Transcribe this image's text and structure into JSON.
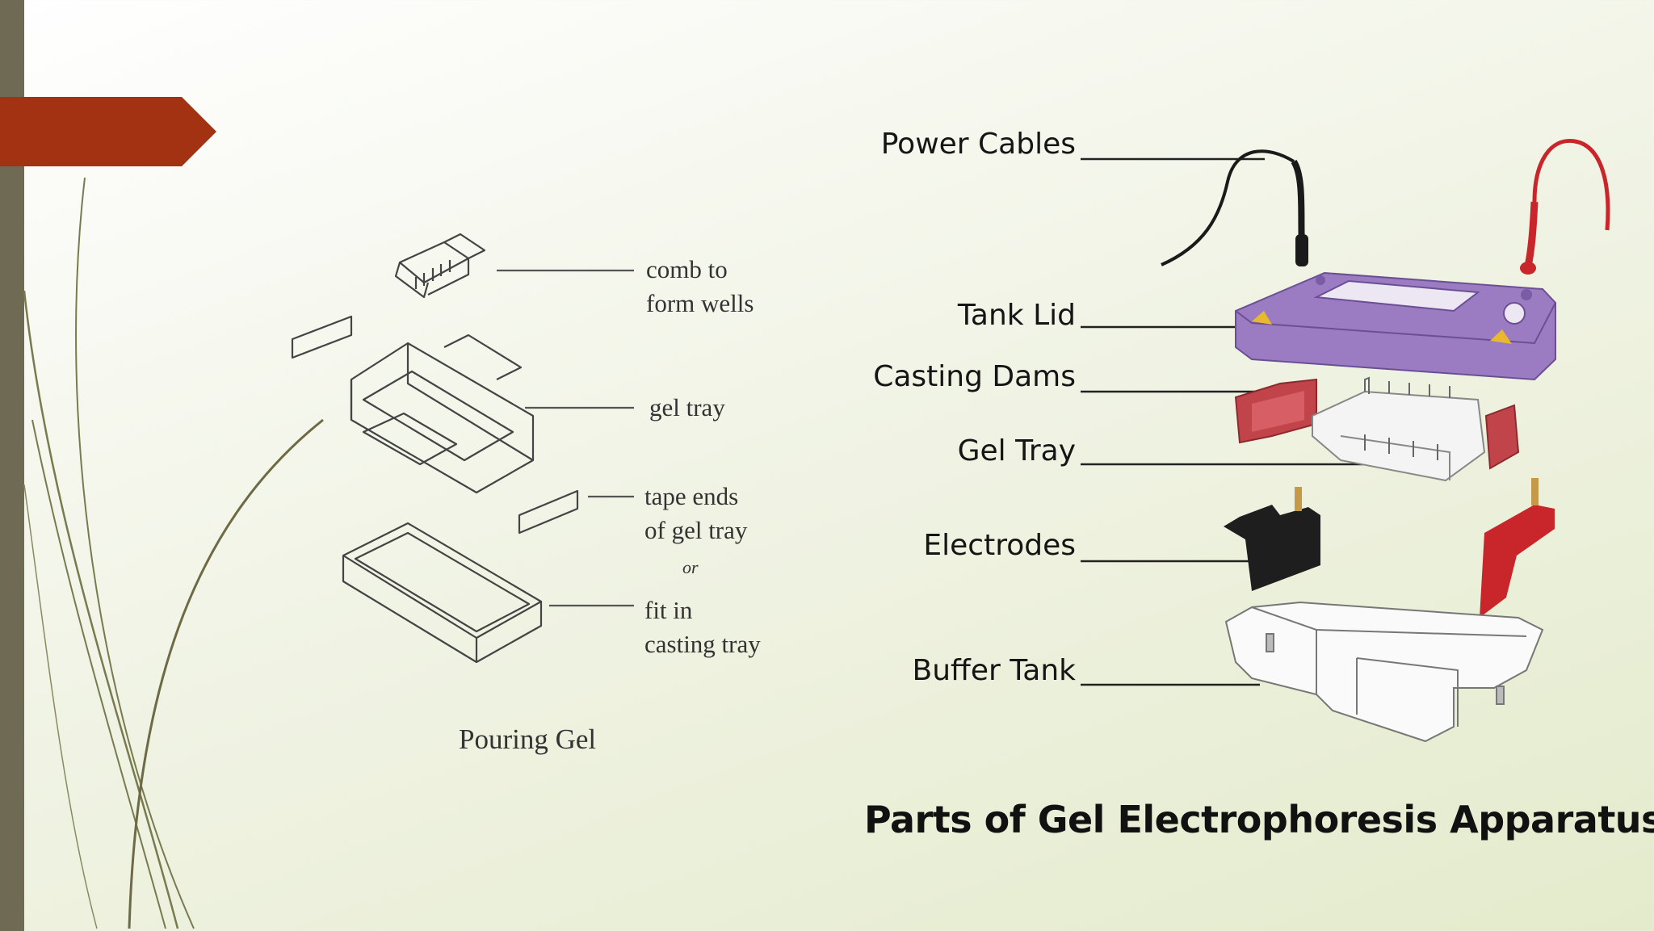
{
  "slide": {
    "accent_color": "#a33212",
    "bar_color": "#6f6a53"
  },
  "left_diagram": {
    "labels": {
      "comb": "comb to\nform wells",
      "gel_tray": "gel tray",
      "tape": "tape ends\nof gel tray",
      "or": "or",
      "fit": "fit in\ncasting tray"
    },
    "caption": "Pouring Gel"
  },
  "right_diagram": {
    "labels": {
      "power_cables": "Power Cables",
      "tank_lid": "Tank Lid",
      "casting_dams": "Casting Dams",
      "gel_tray": "Gel Tray",
      "electrodes": "Electrodes",
      "buffer_tank": "Buffer Tank"
    },
    "caption": "Parts of Gel Electrophoresis Apparatus",
    "colors": {
      "lid": "#9b7bc2",
      "red": "#c8262b",
      "dam": "#c1444a",
      "electrode_black": "#1e1e1e",
      "cable_black": "#1a1a1a"
    }
  }
}
